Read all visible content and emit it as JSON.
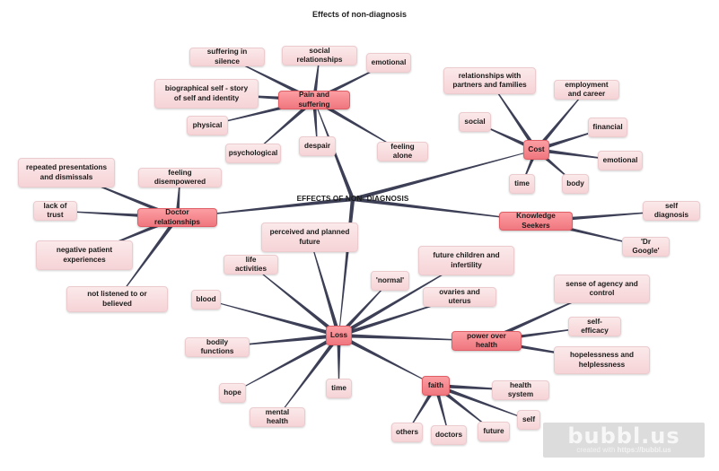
{
  "title": "Effects of non-diagnosis",
  "colors": {
    "hub_fill": "#f0767e",
    "leaf_fill": "#f6d3d6",
    "edge": "#3c3f55",
    "watermark_bg": "#dcdcdc"
  },
  "root": {
    "id": "root",
    "label": "EFFECTS OF NON- DIAGNOSIS"
  },
  "hubs": [
    {
      "id": "pain",
      "label": "Pain and suffering",
      "children": [
        "suffering in silence",
        "social relationships",
        "emotional",
        "biographical self - story of self and identity",
        "physical",
        "psychological",
        "despair",
        "feeling alone"
      ]
    },
    {
      "id": "cost",
      "label": "Cost",
      "children": [
        "relationships with partners and families",
        "employment and career",
        "social",
        "financial",
        "emotional",
        "time",
        "body"
      ]
    },
    {
      "id": "doctor",
      "label": "Doctor relationships",
      "children": [
        "repeated presentations and dismissals",
        "feeling disempowered",
        "lack of trust",
        "negative patient experiences",
        "not listened to or believed"
      ]
    },
    {
      "id": "knowledge",
      "label": "Knowledge Seekers",
      "children": [
        "self diagnosis",
        "'Dr Google'"
      ]
    },
    {
      "id": "loss",
      "label": "Loss",
      "children": [
        "perceived and planned future",
        "life activities",
        "blood",
        "bodily functions",
        "hope",
        "mental health",
        "time",
        "'normal'",
        "future children and infertility",
        "ovaries and uterus"
      ]
    },
    {
      "id": "power",
      "label": "power over health",
      "children": [
        "sense of agency and control",
        "self-efficacy",
        "hopelessness and helplessness"
      ]
    },
    {
      "id": "faith",
      "label": "faith",
      "children": [
        "health system",
        "self",
        "future",
        "doctors",
        "others"
      ]
    }
  ],
  "root_links": [
    "pain",
    "cost",
    "doctor",
    "knowledge",
    "loss"
  ],
  "extra_links": [
    [
      "loss",
      "power"
    ],
    [
      "loss",
      "faith"
    ]
  ],
  "watermark": {
    "logo": "bubbl.us",
    "prefix": "created with ",
    "url": "https://bubbl.us"
  }
}
